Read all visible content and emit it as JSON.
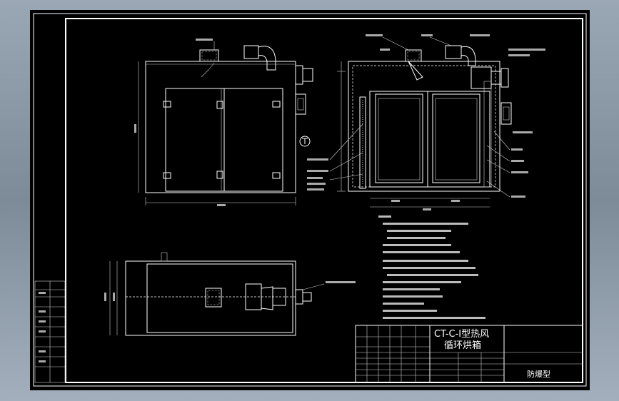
{
  "title_block": {
    "drawing_title_line1": "CT-C-I型热风",
    "drawing_title_line2": "循环烘箱",
    "variant": "防爆型"
  },
  "colors": {
    "background": "#000000",
    "linework": "#ffffff",
    "window_chrome": "#8e9aa8"
  }
}
